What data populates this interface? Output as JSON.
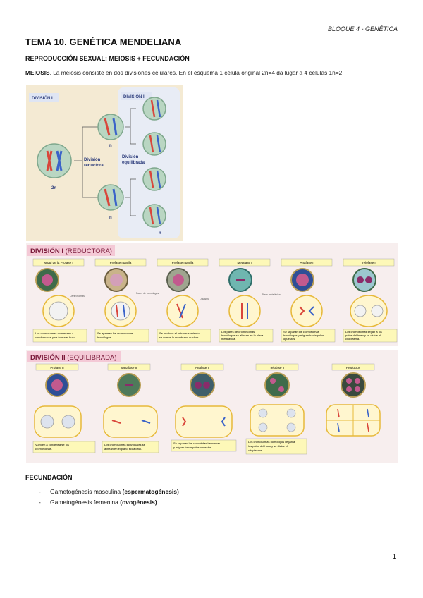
{
  "header": {
    "bloque": "BLOQUE 4 - GENÉTICA"
  },
  "title": "TEMA 10. GENÉTICA MENDELIANA",
  "subtitle": "REPRODUCCIÓN SEXUAL: MEIOSIS + FECUNDACIÓN",
  "meiosis": {
    "term": "MEIOSIS",
    "text": ". La meiosis consiste en dos divisiones celulares. En el esquema 1 célula original 2n=4 da lugar a 4 células 1n=2."
  },
  "figure1": {
    "division_i": "DIVISIÓN I",
    "division_ii": "DIVISIÓN II",
    "reductora": [
      "División",
      "reductora"
    ],
    "equilibrada": [
      "División",
      "equilibrada"
    ],
    "label_2n": "2n",
    "label_n": "n"
  },
  "figure2": {
    "heading_bold": "DIVISIÓN I",
    "heading_normal": " (REDUCTORA)",
    "stages": [
      "Mitad de la Profase I",
      "Profase I tardía",
      "Profase I tardía",
      "Metafase I",
      "Anafase I",
      "Telofase I"
    ],
    "captions": [
      [
        "Los cromosomas comienzan a",
        "condensarse y se forma el huso."
      ],
      [
        "Se aparean los cromosomas",
        "homólogos."
      ],
      [
        "Se produce el entrecruzamiento,",
        "se rompe la membrana nuclear."
      ],
      [
        "Los pares de cromosomas",
        "homólogos se alinean en la placa",
        "metafásica."
      ],
      [
        "Se separan los cromosomas",
        "homólogos y migran hacia polos",
        "opuestos."
      ],
      [
        "Los cromosomas llegan a los",
        "polos del huso y se divide el",
        "citoplasma."
      ]
    ],
    "annotations": [
      "Centrosomas",
      "Pares de homólogos",
      "Quiasma",
      "Placa metafásica"
    ]
  },
  "figure3": {
    "heading_bold": "DIVISIÓN II",
    "heading_normal": " (EQUILIBRADA)",
    "stages": [
      "Profase II",
      "Metafase II",
      "Anafase II",
      "Telofase II",
      "Productos"
    ],
    "captions": [
      [
        "Vuelven a condensarse los",
        "cromosomas."
      ],
      [
        "Los cromosomas individuales se",
        "alinean en el plano ecuatorial."
      ],
      [
        "Se separan las cromátidas hermanas",
        "y migran hacia polos opuestos."
      ],
      [
        "Los cromosomas homólogos llegan a",
        "los polos del huso y se divide el",
        "citoplasma."
      ]
    ]
  },
  "fecundacion": {
    "heading": "FECUNDACIÓN",
    "items": [
      {
        "dash": "-",
        "text": "Gametogénesis masculina ",
        "bold": "(espermatogénesis)"
      },
      {
        "dash": "-",
        "text": "Gametogénesis femenina ",
        "bold": "(ovogénesis)"
      }
    ]
  },
  "page_number": "1",
  "colors": {
    "panel_bg": "#f4ead3",
    "panel_blue": "#e8ecf5",
    "chrom_red": "#d9463b",
    "chrom_blue": "#3b63c9",
    "caption_bg": "#fdf8b8",
    "heading_pink": "#f4c9d6",
    "heading_text": "#7a1a3a"
  }
}
